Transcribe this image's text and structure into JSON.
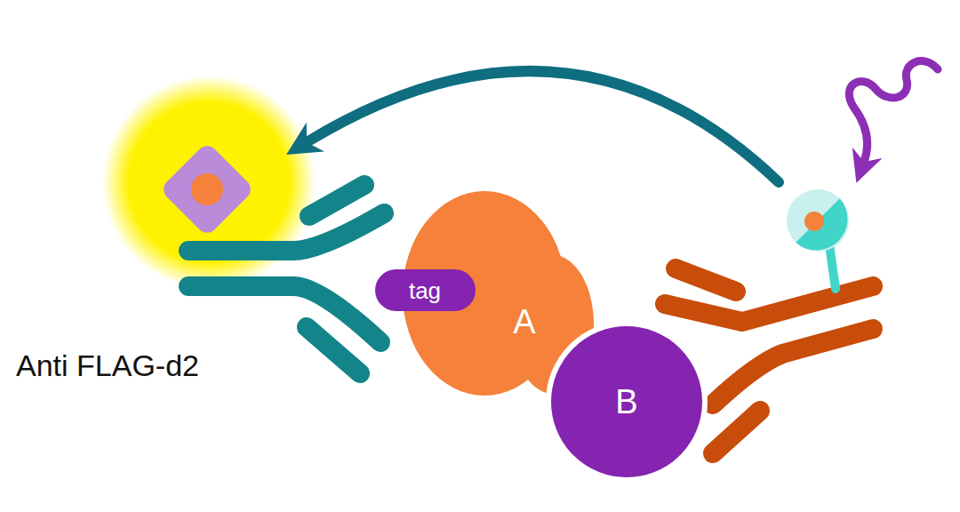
{
  "diagram": {
    "nodes": [
      {
        "text": [
          "A"
        ]
      },
      {
        "text": [
          "tag"
        ],
        "in": 0
      },
      {
        "text": [
          "B"
        ]
      }
    ],
    "labels": [
      "Anti FLAG-d2"
    ]
  }
}
